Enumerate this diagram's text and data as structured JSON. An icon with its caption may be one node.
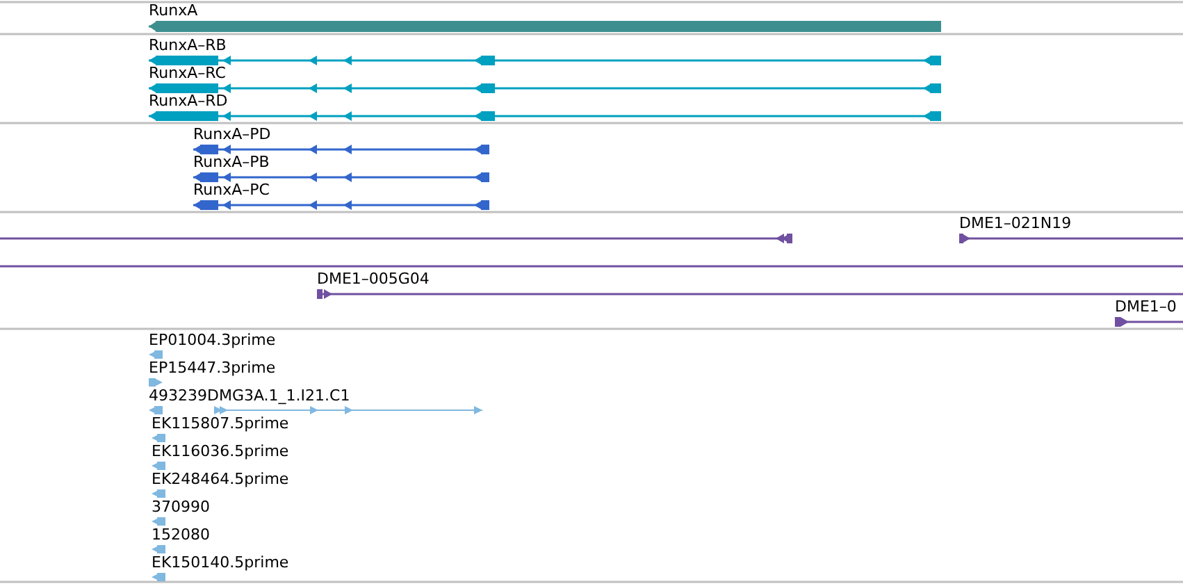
{
  "diagram": {
    "nodes": [
      {
        "text": [
          "RunxA"
        ]
      },
      {
        "text": [
          "RunxA–RB"
        ]
      },
      {
        "text": [
          "RunxA–RC"
        ]
      },
      {
        "text": [
          "RunxA–RD"
        ]
      },
      {
        "text": [
          "RunxA–PD"
        ]
      },
      {
        "text": [
          "RunxA–PB"
        ]
      },
      {
        "text": [
          "RunxA–PC"
        ]
      },
      {
        "text": [],
        "shape": "bar"
      },
      {
        "text": [
          "DME1–021N19"
        ]
      },
      {
        "text": [],
        "shape": "bar"
      },
      {
        "text": [
          "DME1–005G04"
        ]
      },
      {
        "text": [
          "DME1–0"
        ]
      },
      {
        "text": [
          "EP01004.3prime"
        ]
      },
      {
        "text": [
          "EP15447.3prime"
        ]
      },
      {
        "text": [
          "493239DMG3A.1_1.I21.C1"
        ]
      },
      {
        "text": [
          "EK115807.5prime"
        ]
      },
      {
        "text": [
          "EK116036.5prime"
        ]
      },
      {
        "text": [
          "EK248464.5prime"
        ]
      },
      {
        "text": [
          "370990"
        ]
      },
      {
        "text": [
          "152080"
        ]
      },
      {
        "text": [
          "EK150140.5prime"
        ]
      }
    ]
  }
}
